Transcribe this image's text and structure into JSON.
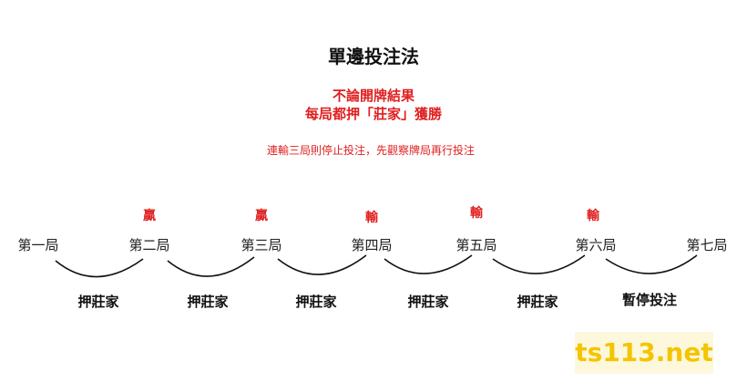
{
  "title": "單邊投注法",
  "subtitle_lines": [
    "不論開牌結果",
    "每局都押「莊家」獲勝"
  ],
  "note": "連輸三局則停止投注，先觀察牌局再行投注",
  "rounds": [
    "第一局",
    "第二局",
    "第三局",
    "第四局",
    "第五局",
    "第六局",
    "第七局"
  ],
  "results": [
    "贏",
    "贏",
    "輸",
    "輸",
    "輸"
  ],
  "actions": [
    "押莊家",
    "押莊家",
    "押莊家",
    "押莊家",
    "押莊家",
    "暫停投注"
  ],
  "watermark": "ts113.net",
  "colors": {
    "accent": "#e02020",
    "watermark": "#f5c400"
  }
}
